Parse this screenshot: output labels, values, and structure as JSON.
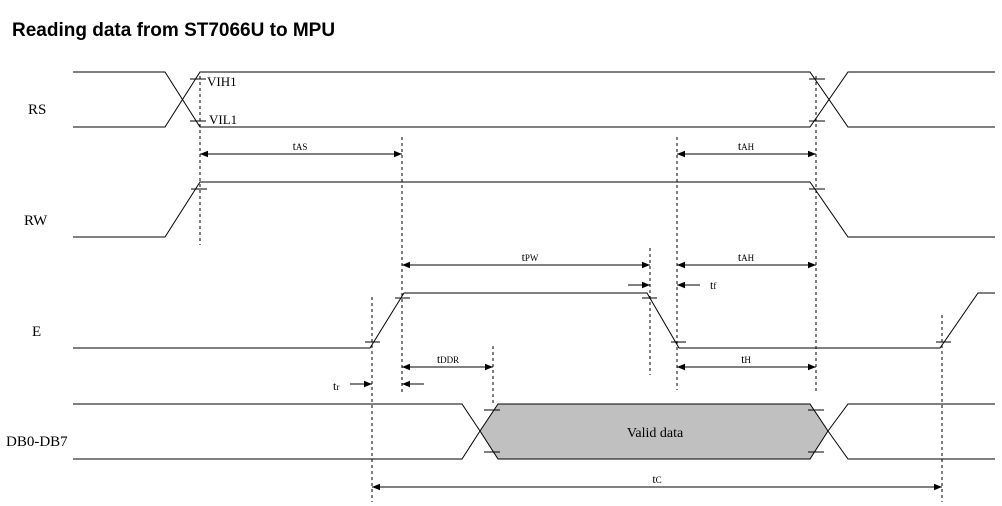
{
  "title": "Reading data from ST7066U to MPU",
  "signals": {
    "rs": "RS",
    "rw": "RW",
    "e": "E",
    "db": "DB0-DB7"
  },
  "levels": {
    "vih": "VIH1",
    "vil": "VIL1"
  },
  "timings": {
    "tas": {
      "base": "t",
      "sub": "AS"
    },
    "tah1": {
      "base": "t",
      "sub": "AH"
    },
    "tah2": {
      "base": "t",
      "sub": "AH"
    },
    "tpw": {
      "base": "t",
      "sub": "PW"
    },
    "tf": {
      "base": "t",
      "sub": "f"
    },
    "tr": {
      "base": "t",
      "sub": "r"
    },
    "tddr": {
      "base": "t",
      "sub": "DDR"
    },
    "th": {
      "base": "t",
      "sub": "H"
    },
    "tc": {
      "base": "t",
      "sub": "C"
    }
  },
  "valid_data": "Valid data",
  "colors": {
    "valid_fill": "#c0c0c0"
  }
}
